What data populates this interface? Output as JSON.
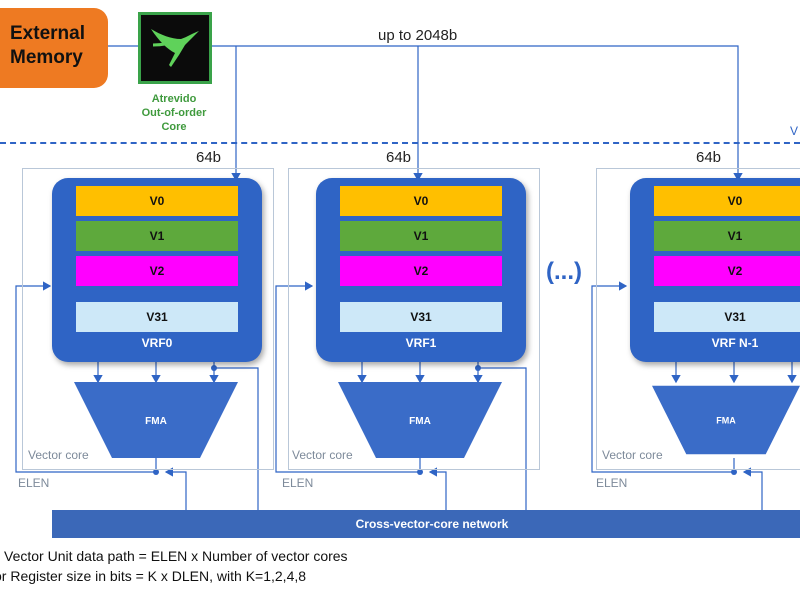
{
  "external_memory": {
    "line1": "External",
    "line2": "Memory"
  },
  "core": {
    "line1": "Atrevido",
    "line2": "Out-of-order",
    "line3": "Core"
  },
  "bus_label": "up to 2048b",
  "vector_unit_label": "V",
  "lane_width": "64b",
  "registers": [
    "V0",
    "V1",
    "V2",
    "V31"
  ],
  "vector_cores": [
    {
      "vrf_name": "VRF0",
      "fma": "FMA",
      "core_label": "Vector core",
      "elen_label": "ELEN"
    },
    {
      "vrf_name": "VRF1",
      "fma": "FMA",
      "core_label": "Vector core",
      "elen_label": "ELEN"
    },
    {
      "vrf_name": "VRF N-1",
      "fma": "FMA",
      "core_label": "Vector core",
      "elen_label": "ELEN"
    }
  ],
  "ellipsis": "(...)",
  "network": "Cross-vector-core network",
  "notes": [
    "Vector Unit data path = ELEN x Number of vector cores",
    "or Register size in bits = K x DLEN, with K=1,2,4,8"
  ],
  "colors": {
    "external_memory": "#ee7a22",
    "vrf": "#2f64c5",
    "v0": "#ffbf00",
    "v1": "#5ea93c",
    "v2": "#ff00ff",
    "v31": "#cde8f8",
    "network": "#3b68b8",
    "core_accent": "#3aa34a"
  }
}
